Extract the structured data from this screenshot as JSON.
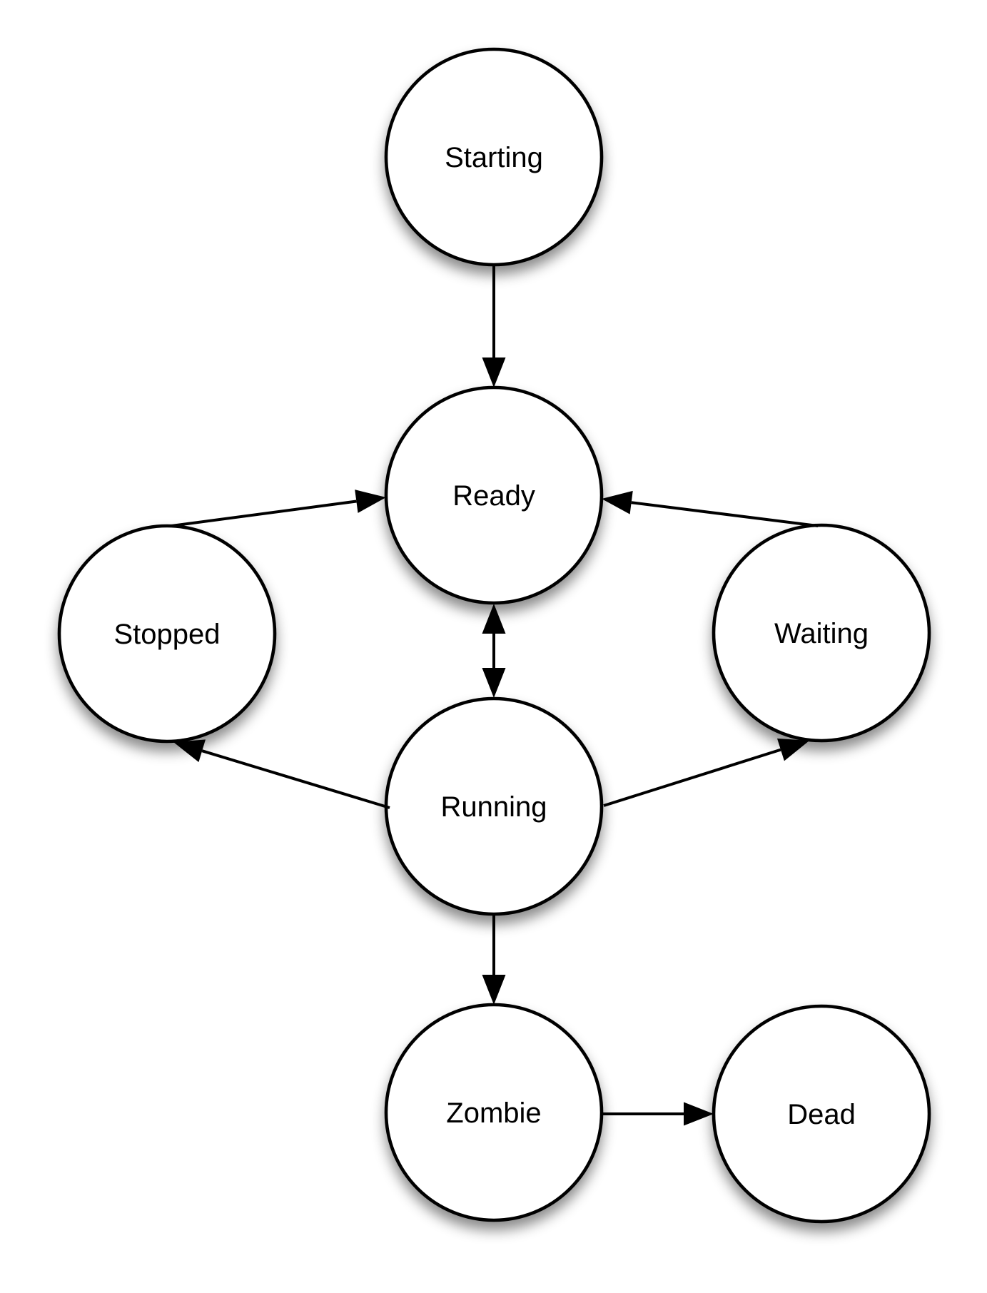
{
  "diagram": {
    "kind": "state-diagram",
    "nodes": [
      {
        "id": "starting",
        "label": "Starting"
      },
      {
        "id": "ready",
        "label": "Ready"
      },
      {
        "id": "stopped",
        "label": "Stopped"
      },
      {
        "id": "waiting",
        "label": "Waiting"
      },
      {
        "id": "running",
        "label": "Running"
      },
      {
        "id": "zombie",
        "label": "Zombie"
      },
      {
        "id": "dead",
        "label": "Dead"
      }
    ],
    "edges": [
      {
        "from": "starting",
        "to": "ready",
        "bidirectional": false
      },
      {
        "from": "stopped",
        "to": "ready",
        "bidirectional": false
      },
      {
        "from": "waiting",
        "to": "ready",
        "bidirectional": false
      },
      {
        "from": "ready",
        "to": "running",
        "bidirectional": true
      },
      {
        "from": "running",
        "to": "stopped",
        "bidirectional": false
      },
      {
        "from": "running",
        "to": "waiting",
        "bidirectional": false
      },
      {
        "from": "running",
        "to": "zombie",
        "bidirectional": false
      },
      {
        "from": "zombie",
        "to": "dead",
        "bidirectional": false
      }
    ],
    "colors": {
      "background": "#ffffff",
      "node_fill": "#ffffff",
      "node_stroke": "#000000",
      "edge": "#000000",
      "text": "#000000"
    }
  }
}
